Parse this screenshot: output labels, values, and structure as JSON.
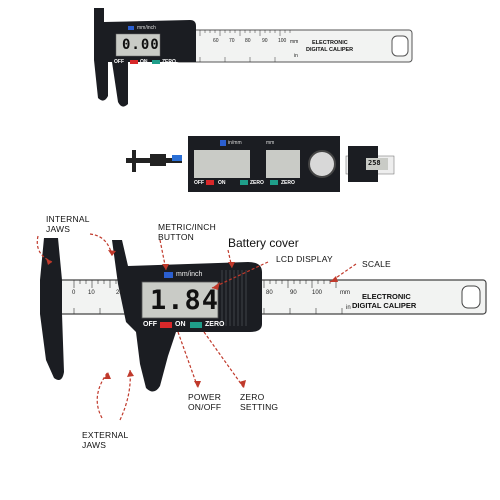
{
  "top_caliper": {
    "units": "mm/inch",
    "reading": "0.00",
    "buttons": {
      "off": "OFF",
      "on": "ON",
      "zero": "ZERO"
    },
    "brand_line1": "ELECTRONIC",
    "brand_line2": "DIGITAL CALIPER",
    "scale_mm": "mm",
    "scale_in": "in",
    "scale_numbers": [
      "60",
      "70",
      "80",
      "90",
      "100"
    ]
  },
  "detail_panels": {
    "panel_units": "in/mm",
    "panel2_units": "mm",
    "buttons": {
      "off": "OFF",
      "on": "ON",
      "zero": "ZERO"
    },
    "mini_reading": "258"
  },
  "main_caliper": {
    "units": "mm/inch",
    "reading": "1.84",
    "buttons": {
      "off": "OFF",
      "on": "ON",
      "zero": "ZERO"
    },
    "brand_line1": "ELECTRONIC",
    "brand_line2": "DIGITAL CALIPER",
    "scale_mm": "mm",
    "scale_in": "in",
    "scale_left": [
      "0",
      "10",
      "20"
    ],
    "scale_right": [
      "80",
      "90",
      "100"
    ]
  },
  "annotations": {
    "internal_jaws_1": "INTERNAL",
    "internal_jaws_2": "JAWS",
    "metric_button_1": "METRIC/INCH",
    "metric_button_2": "BUTTON",
    "battery_cover": "Battery cover",
    "lcd_display": "LCD DISPLAY",
    "scale": "SCALE",
    "power_1": "POWER",
    "power_2": "ON/OFF",
    "zero_1": "ZERO",
    "zero_2": "SETTING",
    "external_jaws_1": "EXTERNAL",
    "external_jaws_2": "JAWS"
  },
  "colors": {
    "body": "#1b1d22",
    "lcd": "#c9cbc6",
    "off_button": "#d8282a",
    "zero_button": "#1f9e8a",
    "units_button": "#2b5fd0",
    "arrow": "#c0392b"
  }
}
